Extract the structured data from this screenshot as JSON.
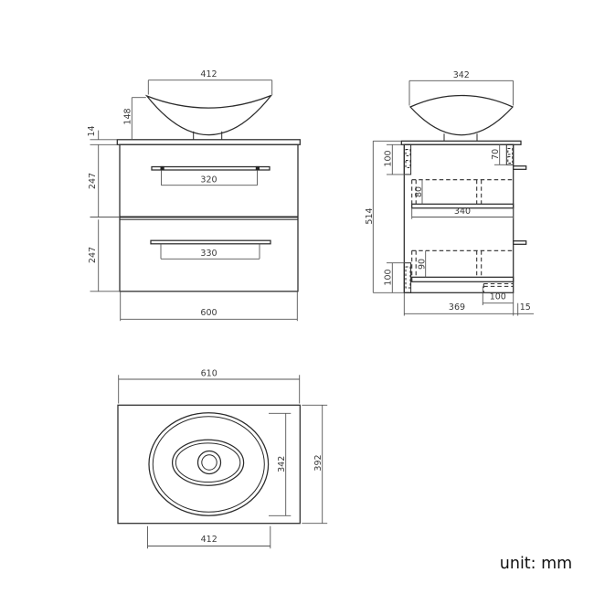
{
  "unit_label": "unit: mm",
  "colors": {
    "line": "#2b2b2b",
    "dim": "#555555",
    "text": "#3a3a3a"
  },
  "front_view": {
    "basin_width": "412",
    "basin_height": "148",
    "counter_thickness": "14",
    "drawer_top_height": "247",
    "drawer_bottom_height": "247",
    "handle_top_spacing": "320",
    "handle_bottom_spacing": "330",
    "cabinet_width": "600"
  },
  "side_view": {
    "basin_depth": "342",
    "overall_height": "514",
    "slide_top_offset": "100",
    "back_rail_height": "70",
    "drawer_top_inner_height": "80",
    "drawer_length": "340",
    "drawer_bottom_inner_height": "90",
    "slide_bottom_offset": "100",
    "cabinet_depth": "369",
    "back_recess": "100",
    "wall_gap": "15"
  },
  "top_view": {
    "counter_width": "610",
    "counter_depth": "392",
    "basin_depth": "342",
    "basin_width": "412"
  }
}
